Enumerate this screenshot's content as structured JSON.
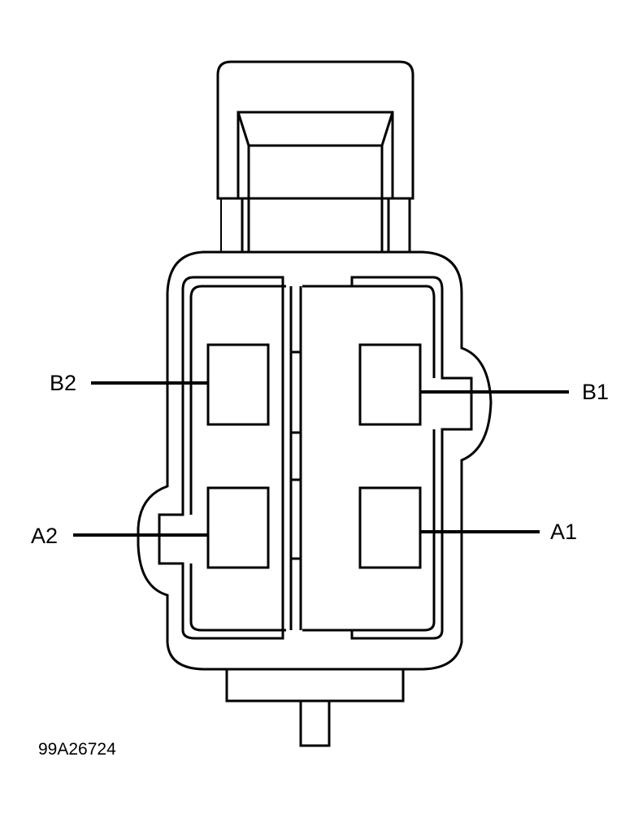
{
  "diagram": {
    "type": "connector-face-view",
    "figure_id": "99A26724",
    "line_color": "#000000",
    "background_color": "#ffffff",
    "terminals": [
      {
        "id": "B2",
        "label": "B2",
        "side": "left",
        "row": "upper"
      },
      {
        "id": "B1",
        "label": "B1",
        "side": "right",
        "row": "upper"
      },
      {
        "id": "A2",
        "label": "A2",
        "side": "left",
        "row": "lower"
      },
      {
        "id": "A1",
        "label": "A1",
        "side": "right",
        "row": "lower"
      }
    ]
  }
}
